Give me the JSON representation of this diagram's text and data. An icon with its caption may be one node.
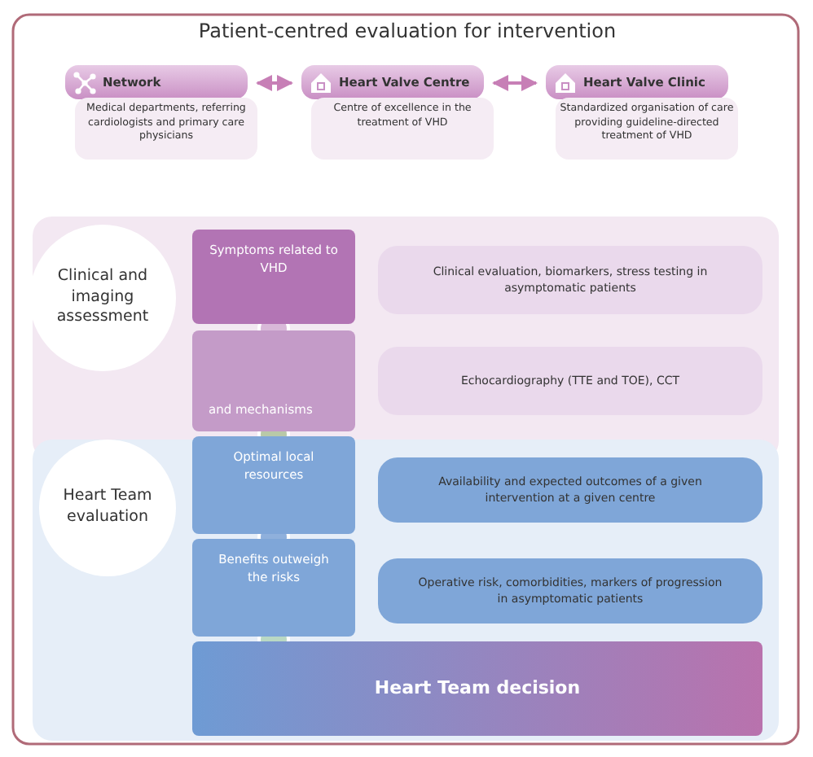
{
  "diagram": {
    "title": "Patient-centred evaluation for intervention",
    "nodes": [
      {
        "text": [
          "Network",
          "Medical departments, referring cardiologists and primary care physicians"
        ]
      },
      {
        "text": [
          "Heart Valve Centre",
          "Centre of excellence in the treatment of VHD"
        ]
      },
      {
        "text": [
          "Heart Valve Clinic",
          "Standardized organisation of care providing guideline-directed treatment of VHD"
        ]
      },
      {
        "text": [
          "Clinical and imaging assessment"
        ]
      },
      {
        "text": [
          "Heart Team evaluation"
        ]
      },
      {
        "text": [
          "Symptoms related to VHD"
        ]
      },
      {
        "text": [
          "and mechanisms"
        ]
      },
      {
        "text": [
          "Optimal local resources"
        ]
      },
      {
        "text": [
          "Benefits outweigh the risks"
        ]
      },
      {
        "text": [
          "Heart Team decision"
        ]
      },
      {
        "text": [
          "Clinical evaluation, biomarkers, stress testing in asymptomatic patients"
        ]
      },
      {
        "text": [
          "Echocardiography (TTE and TOE), CCT"
        ]
      },
      {
        "text": [
          "Availability and expected outcomes of a given intervention at a given centre"
        ]
      },
      {
        "text": [
          "Operative risk, comorbidities, markers of progression in asymptomatic patients"
        ]
      }
    ],
    "edges": [
      {
        "from": 0,
        "to": 1,
        "arrow": "both"
      },
      {
        "from": 1,
        "to": 2,
        "arrow": "both"
      }
    ]
  }
}
